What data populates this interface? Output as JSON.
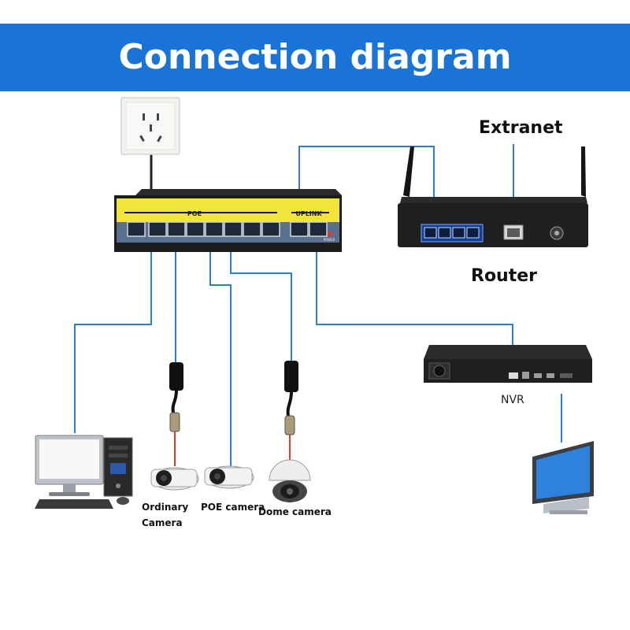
{
  "title": "Connection diagram",
  "labels": {
    "extranet": "Extranet",
    "router": "Router",
    "nvr": "NVR",
    "ordinary_camera_line1": "Ordinary",
    "ordinary_camera_line2": "Camera",
    "poe_camera": "POE camera",
    "dome_camera": "Dome camera"
  },
  "switch": {
    "poe_label": "POE",
    "uplink_label": "UPLINK",
    "power_label": "POWER"
  },
  "colors": {
    "banner": "#1a74d8",
    "cable": "#2a7fd0",
    "switch_yellow": "#f3e43a",
    "switch_body": "#1c1c1c",
    "switch_panel": "#5a6f8f"
  }
}
